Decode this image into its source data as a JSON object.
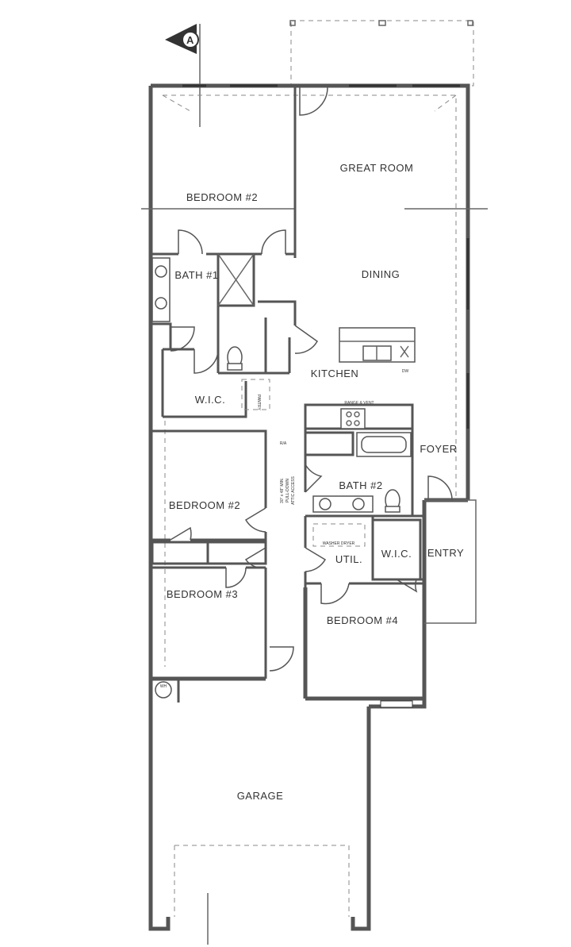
{
  "north_marker": {
    "letter": "A"
  },
  "rooms": {
    "great_room": "GREAT ROOM",
    "bedroom_master": "BEDROOM #2",
    "bath_1": "BATH #1",
    "dining": "DINING",
    "wic_1": "W.I.C.",
    "kitchen": "KITCHEN",
    "foyer": "FOYER",
    "bedroom_2": "BEDROOM #2",
    "bath_2": "BATH #2",
    "wic_2": "W.I.C.",
    "entry": "ENTRY",
    "util": "UTIL.",
    "bedroom_3": "BEDROOM #3",
    "bedroom_4": "BEDROOM #4",
    "garage": "GARAGE"
  },
  "annotations": {
    "range_vent": "RANGE & VENT",
    "dw": "DW",
    "ria": "R/A",
    "pantry": "PANTRY",
    "attic_1": "30\" x 48\" MIN.",
    "attic_2": "PULL-DOWN",
    "attic_3": "ATTIC ACCESS",
    "washer_dryer": "WASHER DRYER",
    "wh": "WH"
  }
}
